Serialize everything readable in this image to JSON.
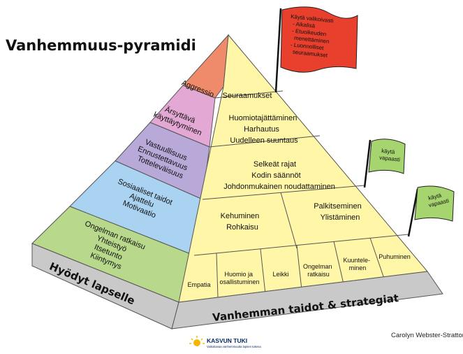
{
  "title": "Vanhemmuus-pyramidi",
  "left_face": {
    "levels": [
      {
        "key": "l1",
        "lines": [
          "Aggressio"
        ]
      },
      {
        "key": "l2",
        "lines": [
          "Ärsyttävä",
          "käyttäytyminen"
        ]
      },
      {
        "key": "l3",
        "lines": [
          "Vastuullisuus",
          "Ennustettavuus",
          "Totteleväisuus"
        ]
      },
      {
        "key": "l4",
        "lines": [
          "Sosiaaliset taidot",
          "Ajattelu",
          "Motivaatio"
        ]
      },
      {
        "key": "l5",
        "lines": [
          "Ongelman ratkaisu",
          "Yhteistyö",
          "Itsetunto",
          "Kiintymys"
        ]
      }
    ],
    "base_label": "Hyödyt lapselle",
    "colors": [
      "#ef8a6a",
      "#e4a8d4",
      "#b9a9d9",
      "#a9d3f1",
      "#b8d98c"
    ]
  },
  "right_face": {
    "top": [
      "Seuraamukset"
    ],
    "level2": [
      "Huomiotajättäminen",
      "Harhautus",
      "Uudelleen suuntaus"
    ],
    "level3": [
      "Selkeät rajat",
      "Kodin säännöt",
      "Johdonmukainen noudattaminen"
    ],
    "level4_left": [
      "Kehuminen",
      "Rohkaisu"
    ],
    "level4_right": [
      "Palkitseminen",
      "Ylistäminen"
    ],
    "base_row": [
      [
        "Empatia"
      ],
      [
        "Huomio ja",
        "osallistuminen"
      ],
      [
        "Leikki"
      ],
      [
        "Ongelman",
        "ratkaisu"
      ],
      [
        "Kuuntele-",
        "minen"
      ],
      [
        "Puhuminen"
      ]
    ],
    "base_label": "Vanhemman taidot & strategiat",
    "color": "#fff6a8"
  },
  "flags": {
    "red": {
      "lines": [
        "Käytä valikoivasti",
        "- Aikalisä",
        "- Etuoikeuden",
        "menettäminen",
        "- Luonnolliset",
        "seuraamukset"
      ],
      "color": "#e8402c"
    },
    "green1": {
      "lines": [
        "käytä",
        "vapaasti"
      ],
      "color": "#a6d46f"
    },
    "green2": {
      "lines": [
        "käytä",
        "vapaasti"
      ],
      "color": "#a6d46f"
    }
  },
  "credit": "Carolyn Webster-Stratton",
  "logo": {
    "name": "KASVUN TUKI",
    "tagline": "Vaikuttavaa vanhemmuutta lapsen tukena"
  }
}
